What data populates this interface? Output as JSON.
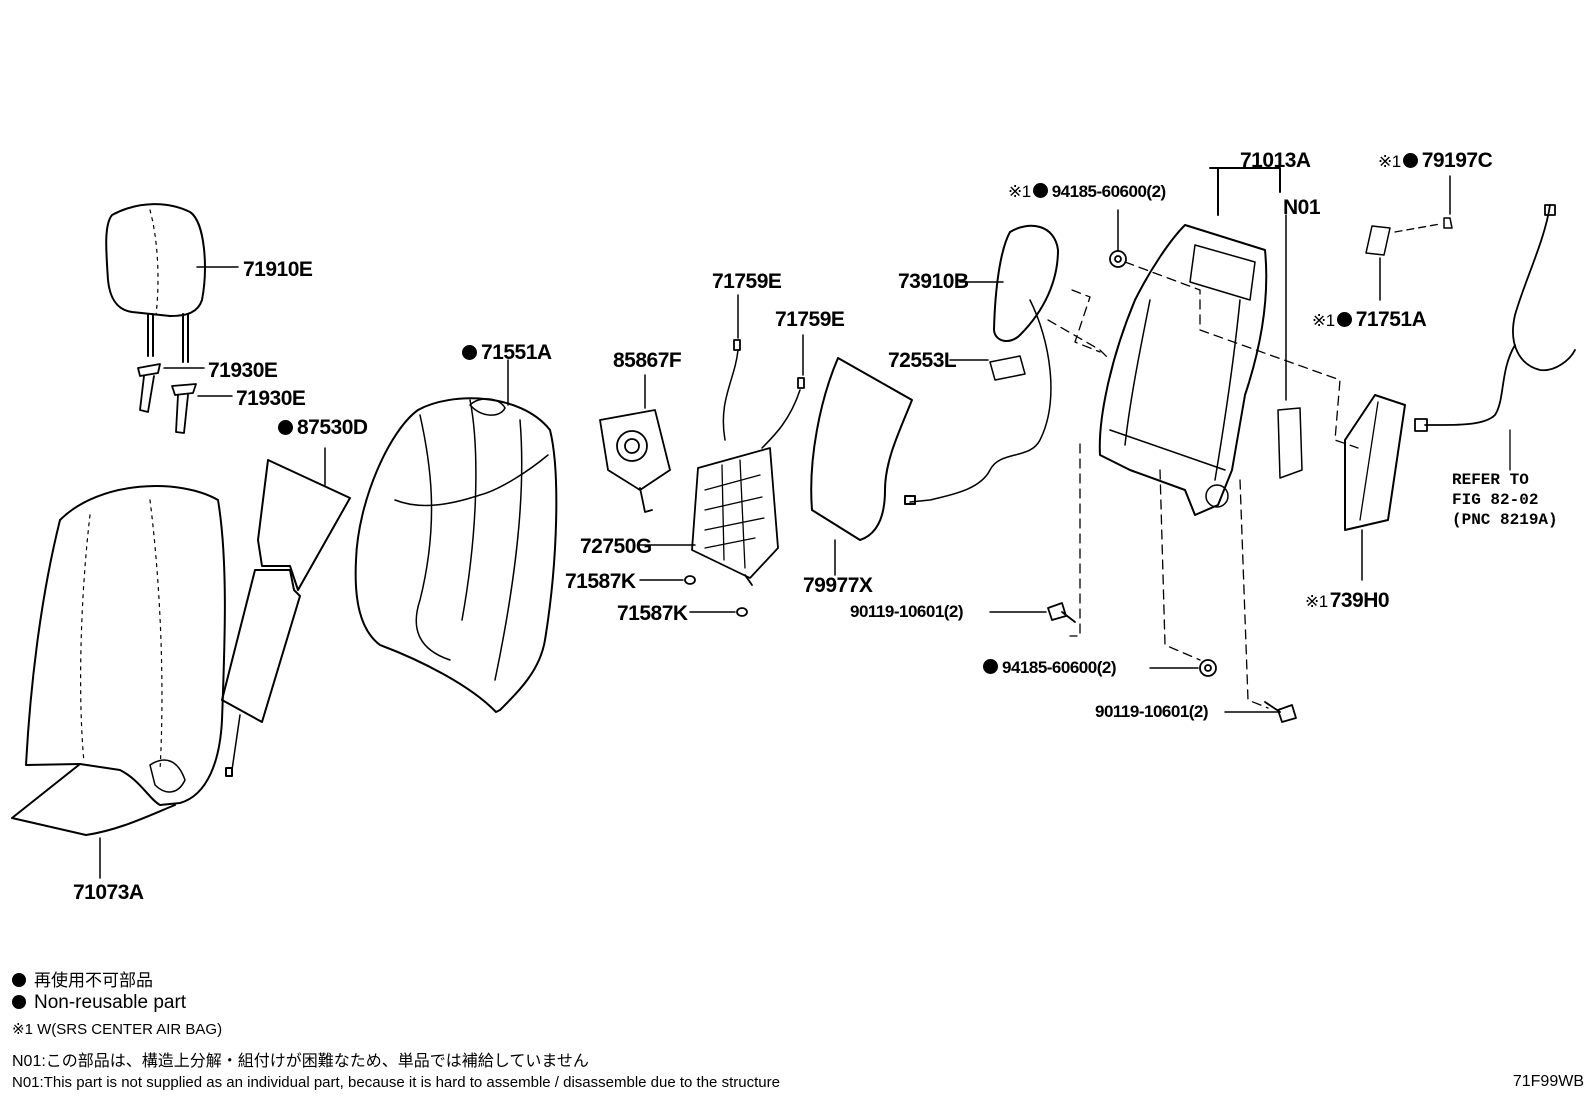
{
  "parts": {
    "p71910E": "71910E",
    "p71930E_1": "71930E",
    "p71930E_2": "71930E",
    "p71551A": "71551A",
    "p87530D": "87530D",
    "p71073A": "71073A",
    "p85867F": "85867F",
    "p71759E_1": "71759E",
    "p71759E_2": "71759E",
    "p72750G": "72750G",
    "p71587K_1": "71587K",
    "p71587K_2": "71587K",
    "p73910B": "73910B",
    "p72553L": "72553L",
    "p79977X": "79977X",
    "p94185_top": "94185-60600(2)",
    "p71013A": "71013A",
    "pN01": "N01",
    "p79197C": "79197C",
    "p71751A": "71751A",
    "p739H0": "739H0",
    "p90119_1": "90119-10601(2)",
    "p94185_bot": "94185-60600(2)",
    "p90119_2": "90119-10601(2)"
  },
  "ref_mark": "※1",
  "refer": {
    "line1": "REFER TO",
    "line2": "FIG 82-02",
    "line3": "(PNC 8219A)"
  },
  "legend": {
    "jp_nonreusable": "再使用不可部品",
    "en_nonreusable": "Non-reusable part",
    "note1": "※1 W(SRS CENTER AIR BAG)",
    "n01_jp": "N01:この部品は、構造上分解・組付けが困難なため、単品では補給していません",
    "n01_en": "N01:This part is not supplied as an individual part, because it is hard to assemble / disassemble due to the structure"
  },
  "diagram_code": "71F99WB"
}
